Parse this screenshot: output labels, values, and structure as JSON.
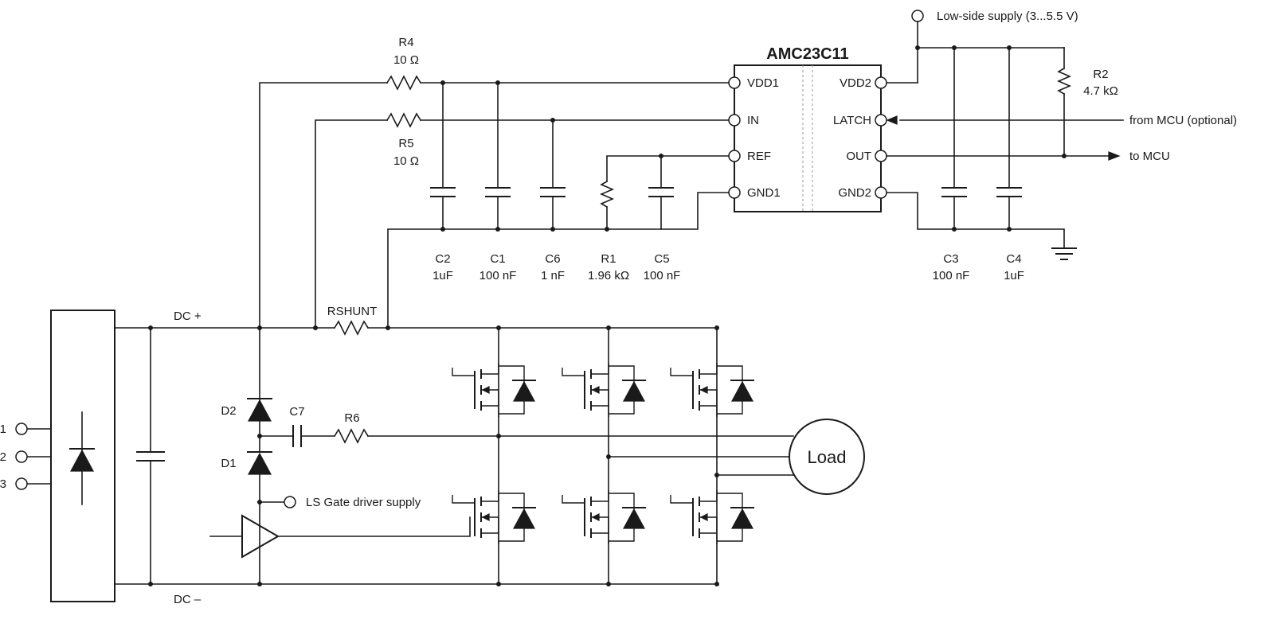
{
  "ic": {
    "name": "AMC23C11",
    "pins_left": [
      "VDD1",
      "IN",
      "REF",
      "GND1"
    ],
    "pins_right": [
      "VDD2",
      "LATCH",
      "OUT",
      "GND2"
    ]
  },
  "supply": {
    "low_side": "Low-side supply (3...5.5 V)"
  },
  "signals": {
    "from_mcu": "from MCU (optional)",
    "to_mcu": "to MCU",
    "ls_gate": "LS Gate driver supply",
    "dc_plus": "DC +",
    "dc_minus": "DC –",
    "load": "Load"
  },
  "components": {
    "R4": {
      "ref": "R4",
      "value": "10 Ω"
    },
    "R5": {
      "ref": "R5",
      "value": "10 Ω"
    },
    "R2": {
      "ref": "R2",
      "value": "4.7 kΩ"
    },
    "C2": {
      "ref": "C2",
      "value": "1uF"
    },
    "C1": {
      "ref": "C1",
      "value": "100 nF"
    },
    "C6": {
      "ref": "C6",
      "value": "1 nF"
    },
    "R1": {
      "ref": "R1",
      "value": "1.96 kΩ"
    },
    "C5": {
      "ref": "C5",
      "value": "100 nF"
    },
    "C3": {
      "ref": "C3",
      "value": "100 nF"
    },
    "C4": {
      "ref": "C4",
      "value": "1uF"
    },
    "RSHUNT": {
      "ref": "RSHUNT"
    },
    "D2": {
      "ref": "D2"
    },
    "D1": {
      "ref": "D1"
    },
    "C7": {
      "ref": "C7"
    },
    "R6": {
      "ref": "R6"
    }
  },
  "phase_inputs": [
    "1",
    "2",
    "3"
  ],
  "colors": {
    "ink": "#1a1a1a",
    "background": "#ffffff",
    "isolation": "#9a9a9a"
  }
}
